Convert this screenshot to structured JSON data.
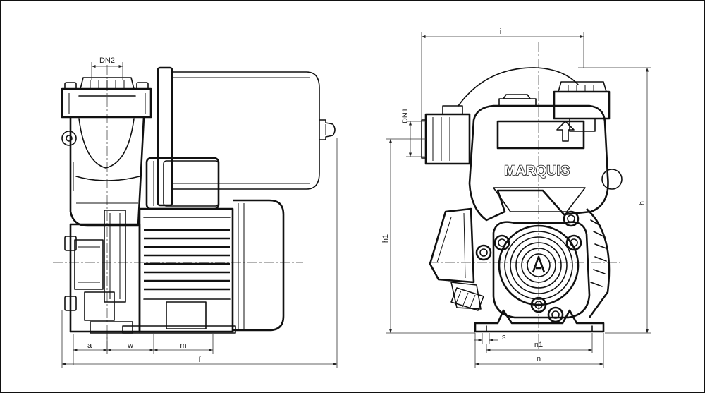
{
  "brand": "MARQUIS",
  "dimensions": {
    "dn2": "DN2",
    "dn1": "DN1",
    "a": "a",
    "w": "w",
    "m": "m",
    "f": "f",
    "i": "i",
    "h": "h",
    "h1": "h1",
    "s": "s",
    "n1": "n1",
    "n": "n"
  }
}
